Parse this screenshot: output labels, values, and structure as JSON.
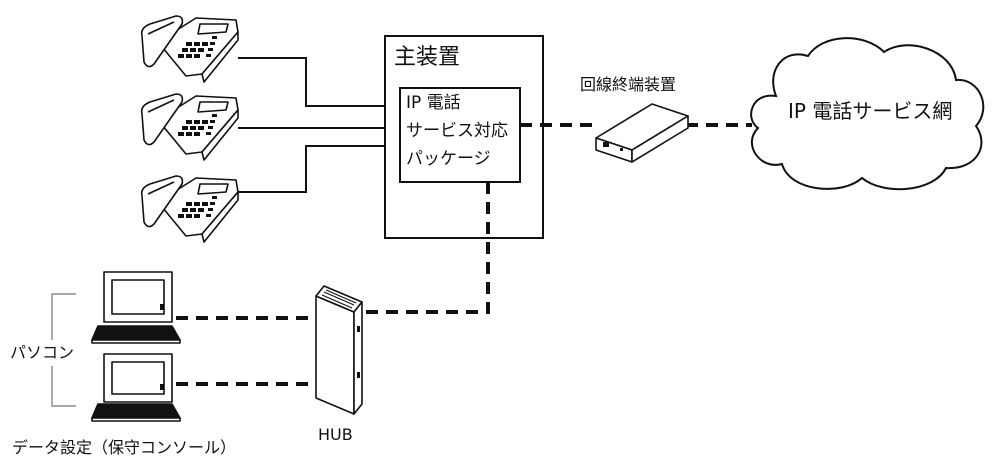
{
  "main_unit": {
    "title": "主装置",
    "package_lines": [
      "IP 電話",
      "サービス対応",
      "パッケージ"
    ]
  },
  "terminal_unit_label": "回線終端装置",
  "cloud_label": "IP 電話サービス網",
  "hub_label": "HUB",
  "pc_group_label": "パソコン",
  "maintenance_label": "データ設定（保守コンソール）",
  "icons": {
    "phone": "desk-phone-icon",
    "terminal": "network-terminal-icon",
    "cloud": "cloud-icon",
    "hub": "hub-icon",
    "pc": "desktop-computer-icon"
  },
  "colors": {
    "line": "#111111",
    "device_fill": "#ffffff",
    "background": "#ffffff"
  }
}
